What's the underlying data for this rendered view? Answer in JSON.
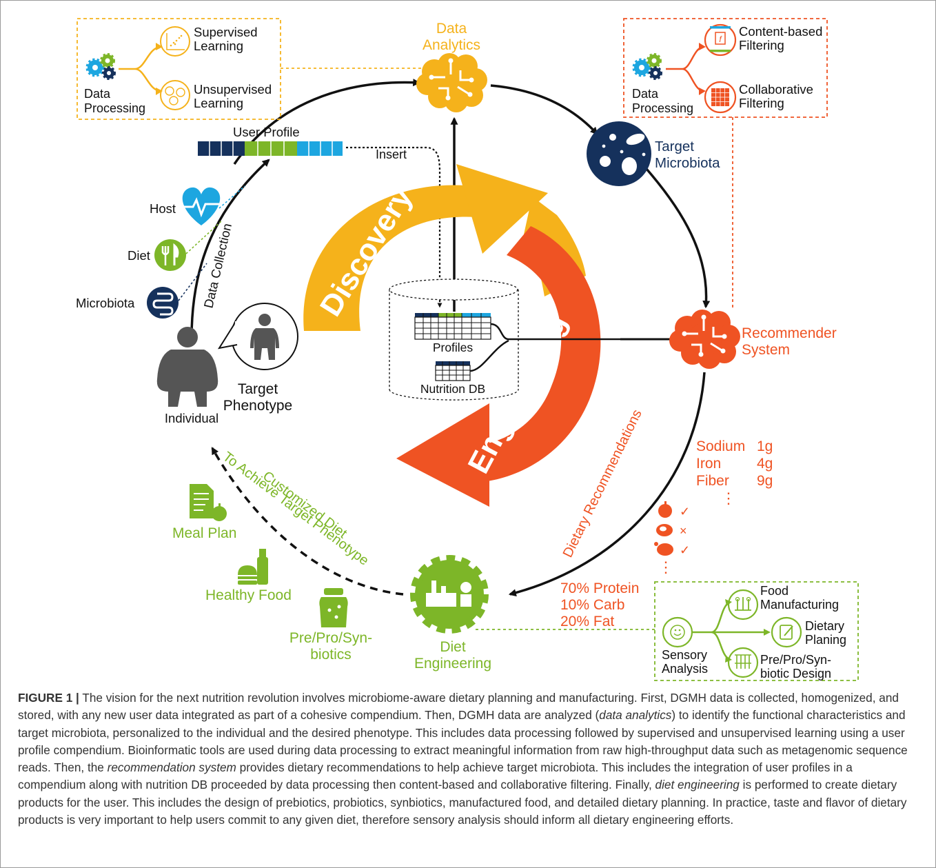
{
  "labels": {
    "data_analytics": [
      "Data",
      "Analytics"
    ],
    "supervised": [
      "Supervised",
      "Learning"
    ],
    "unsupervised": [
      "Unsupervised",
      "Learning"
    ],
    "data_processing": [
      "Data",
      "Processing"
    ],
    "content_based": [
      "Content-based",
      "Filtering"
    ],
    "collaborative": [
      "Collaborative",
      "Filtering"
    ],
    "user_profile": "User Profile",
    "insert": "Insert",
    "target_microbiota": [
      "Target",
      "Microbiota"
    ],
    "host": "Host",
    "diet": "Diet",
    "microbiota": "Microbiota",
    "data_collection": "Data Collection",
    "discovery": "Discovery",
    "engineering": "Engineering",
    "profiles": "Profiles",
    "nutrition_db": "Nutrition DB",
    "recommender": [
      "Recommender",
      "System"
    ],
    "individual": "Individual",
    "target_phenotype": [
      "Target",
      "Phenotype"
    ],
    "dietary_recommendations": "Dietary Recommendations",
    "nutrients": [
      {
        "name": "Sodium",
        "amount": "1g"
      },
      {
        "name": "Iron",
        "amount": "4g"
      },
      {
        "name": "Fiber",
        "amount": "9g"
      }
    ],
    "ellipsis": "⋮",
    "food_marks": [
      "✓",
      "×",
      "✓"
    ],
    "macros": [
      "70% Protein",
      "10% Carb",
      "20% Fat"
    ],
    "customized_diet": "Customized Diet",
    "to_achieve": "To Achieve Target Phenotype",
    "meal_plan": "Meal Plan",
    "healthy_food": "Healthy Food",
    "pre_pro_syn": [
      "Pre/Pro/Syn-",
      "biotics"
    ],
    "diet_engineering": [
      "Diet",
      "Engineering"
    ],
    "sensory_analysis": [
      "Sensory",
      "Analysis"
    ],
    "food_manufacturing": [
      "Food",
      "Manufacturing"
    ],
    "dietary_planing": [
      "Dietary",
      "Planing"
    ],
    "prebiotic_design": [
      "Pre/Pro/Syn-",
      "biotic Design"
    ]
  },
  "caption": {
    "label": "FIGURE 1 |",
    "parts": [
      {
        "t": " The vision for the next nutrition revolution involves microbiome-aware dietary planning and manufacturing. First, DGMH data is collected, homogenized, and stored, with any new user data integrated as part of a cohesive compendium. Then, DGMH data are analyzed (",
        "i": false
      },
      {
        "t": "data analytics",
        "i": true
      },
      {
        "t": ") to identify the functional characteristics and target microbiota, personalized to the individual and the desired phenotype. This includes data processing followed by supervised and unsupervised learning using a user profile compendium. Bioinformatic tools are used during data processing to extract meaningful information from raw high-throughput data such as metagenomic sequence reads. Then, the ",
        "i": false
      },
      {
        "t": "recommendation system",
        "i": true
      },
      {
        "t": " provides dietary recommendations to help achieve target microbiota. This includes the integration of user profiles in a compendium along with nutrition DB proceeded by data processing then content-based and collaborative filtering. Finally, ",
        "i": false
      },
      {
        "t": "diet engineering",
        "i": true
      },
      {
        "t": " is performed to create dietary products for the user. This includes the design of prebiotics, probiotics, synbiotics, manufactured food, and detailed dietary planning. In practice, taste and flavor of dietary products is very important to help users commit to any given diet, therefore sensory analysis should inform all dietary engineering efforts.",
        "i": false
      }
    ]
  },
  "colors": {
    "yellow": "#F5B21B",
    "orange": "#EF5323",
    "navy": "#15315C",
    "green": "#7DB628",
    "blue": "#1DA6E0",
    "gray": "#555555"
  }
}
